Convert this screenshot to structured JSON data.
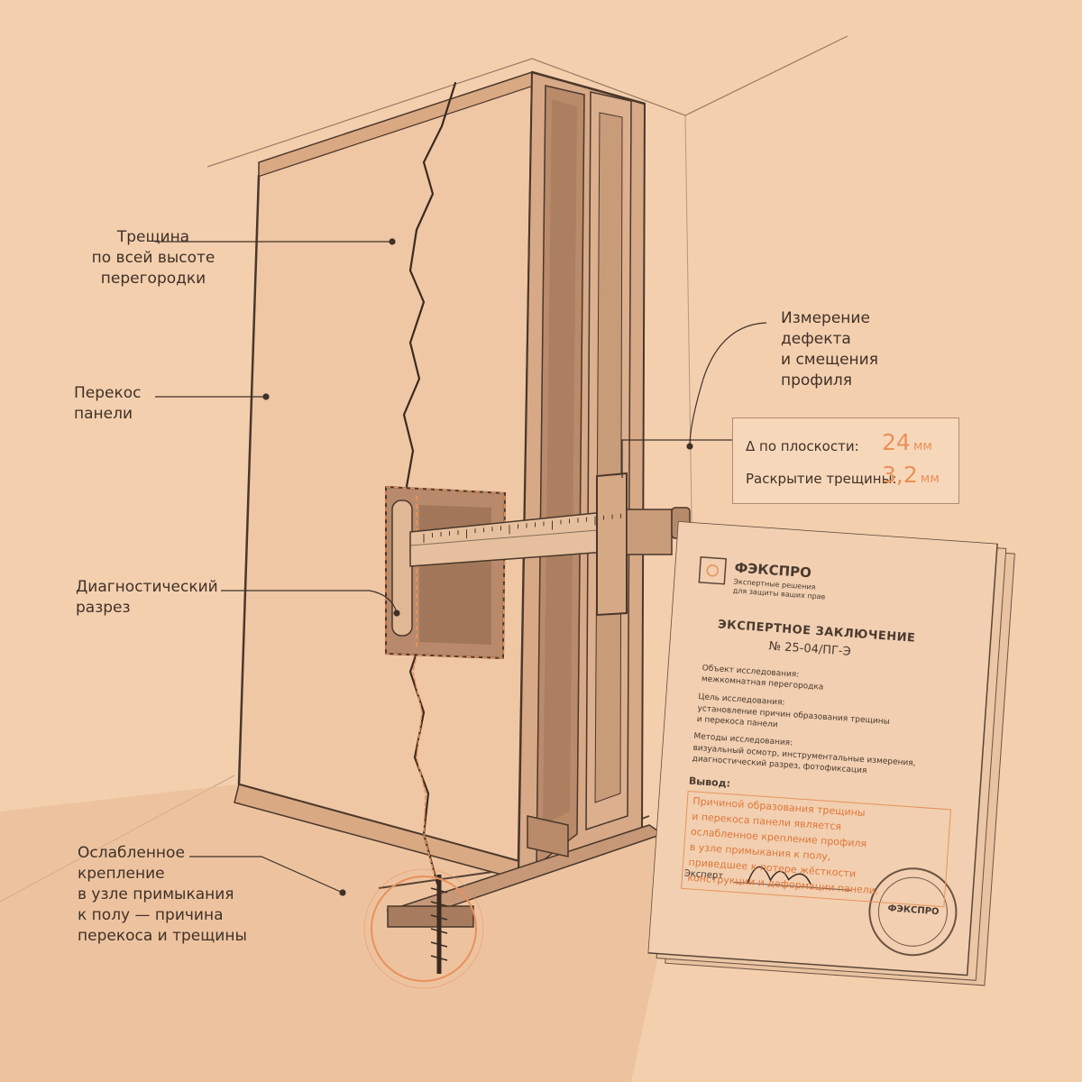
{
  "labels": {
    "crack": "Трещина\nпо всей высоте\nперегородки",
    "skew": "Перекос\nпанели",
    "cut": "Диагностический\nразрез",
    "floor": "Ослабленное\nкрепление\nв узле примыкания\nк полу — причина\nперекоса и трещины",
    "measure": "Измерение\nдефекта\nи смещения\nпрофиля"
  },
  "measurements": {
    "plane_label": "Δ  по плоскости:",
    "plane_value": "24",
    "plane_unit": "мм",
    "crack_label": "Раскрытие трещины:",
    "crack_value": "3,2",
    "crack_unit": "мм"
  },
  "report": {
    "company": "ФЭКСПРО",
    "tagline": "Экспертные решения\nдля защиты ваших прав",
    "title": "ЭКСПЕРТНОЕ ЗАКЛЮЧЕНИЕ",
    "number": "№ 25-04/ПГ-Э",
    "object_label": "Объект исследования:",
    "object_value": "межкомнатная перегородка",
    "goal_label": "Цель исследования:",
    "goal_value": "установление причин образования трещины\nи перекоса панели",
    "methods_label": "Методы исследования:",
    "methods_value": "визуальный осмотр, инструментальные измерения,\nдиагностический разрез, фотофиксация",
    "conclusion_label": "Вывод:",
    "conclusion_text": "Причиной образования трещины\nи перекоса панели является\nослабленное крепление профиля\nв узле примыкания к полу,\nприведшее к потере жёсткости\nконструкции и деформации панели.",
    "expert_label": "Эксперт",
    "stamp_text": "ФЭКСПРО"
  },
  "colors": {
    "background": "#f4cfae",
    "ink": "#3e3128",
    "accent": "#e9915a"
  }
}
